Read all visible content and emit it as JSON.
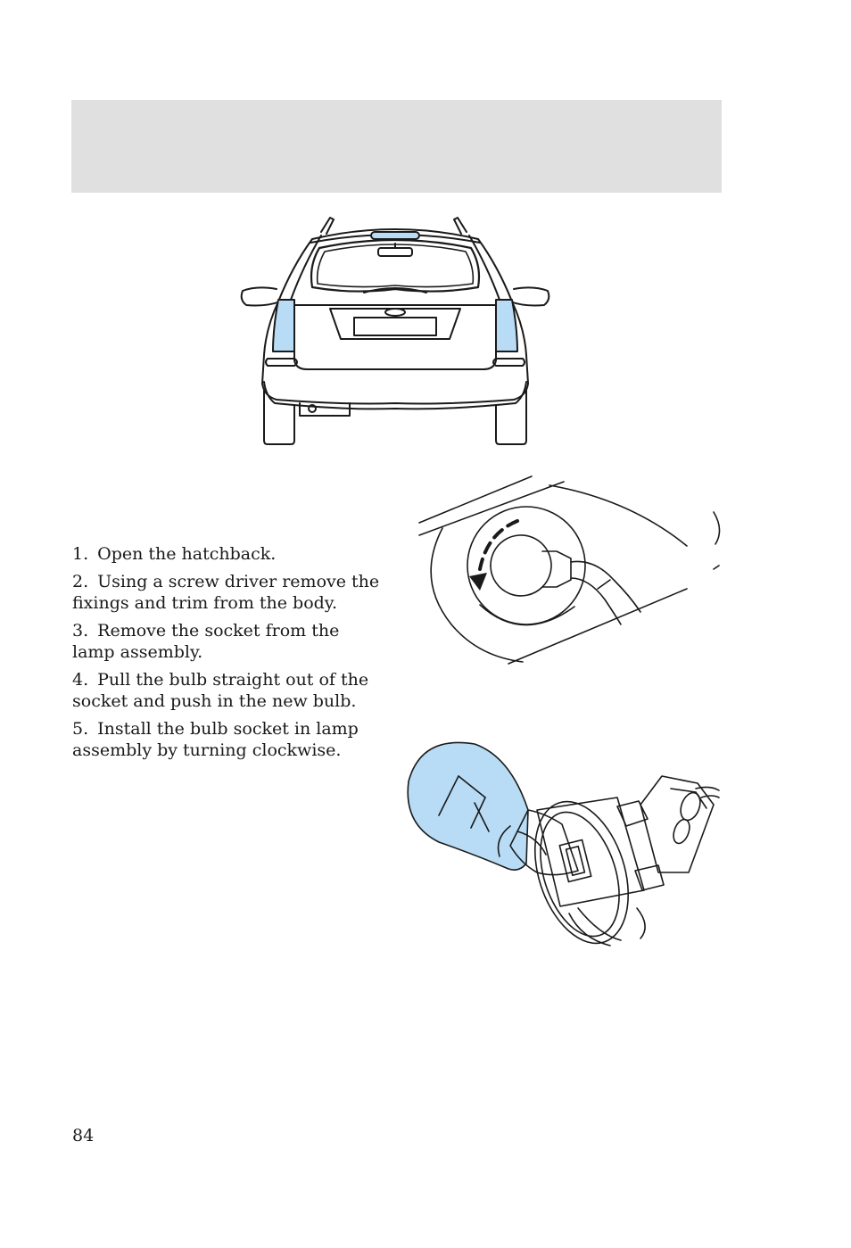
{
  "header": {
    "title": ""
  },
  "steps": [
    {
      "num": "1.",
      "text": "Open the hatchback."
    },
    {
      "num": "2.",
      "text": "Using a screw driver remove the fixings and trim from the body."
    },
    {
      "num": "3.",
      "text": "Remove the socket from the lamp assembly."
    },
    {
      "num": "4.",
      "text": "Pull the bulb straight out of the socket and push in the new bulb."
    },
    {
      "num": "5.",
      "text": "Install the bulb socket in lamp assembly by turning clockwise."
    }
  ],
  "page_number": "84",
  "colors": {
    "header_band": "#e0e0e0",
    "highlight_blue": "#b8dcf5",
    "line": "#1a1a1a"
  },
  "figures": {
    "car_icon": "car-rear-view-illustration",
    "socket_icon": "lamp-socket-rotation-illustration",
    "bulb_icon": "bulb-and-socket-illustration"
  }
}
